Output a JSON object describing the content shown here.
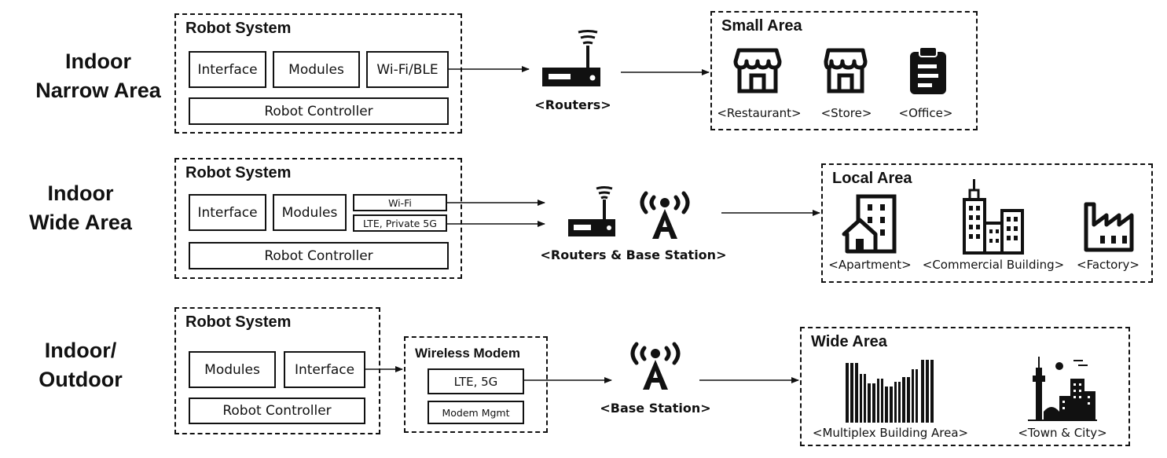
{
  "rows": [
    {
      "label_line1": "Indoor",
      "label_line2": "Narrow Area",
      "system_title": "Robot System",
      "modules": [
        "Interface",
        "Modules",
        "Wi-Fi/BLE"
      ],
      "controller": "Robot Controller",
      "node_caption": "<Routers>",
      "area_title": "Small Area",
      "places": [
        "<Restaurant>",
        "<Store>",
        "<Office>"
      ]
    },
    {
      "label_line1": "Indoor",
      "label_line2": "Wide Area",
      "system_title": "Robot System",
      "modules": [
        "Interface",
        "Modules"
      ],
      "links": [
        "Wi-Fi",
        "LTE, Private 5G"
      ],
      "controller": "Robot Controller",
      "node_caption": "<Routers & Base Station>",
      "area_title": "Local Area",
      "places": [
        "<Apartment>",
        "<Commercial Building>",
        "<Factory>"
      ]
    },
    {
      "label_line1": "Indoor/",
      "label_line2": "Outdoor",
      "system_title": "Robot System",
      "modules": [
        "Modules",
        "Interface"
      ],
      "controller": "Robot Controller",
      "modem_title": "Wireless Modem",
      "modem_items": [
        "LTE, 5G",
        "Modem Mgmt"
      ],
      "node_caption": "<Base Station>",
      "area_title": "Wide Area",
      "places": [
        "<Multiplex Building Area>",
        "<Town & City>"
      ]
    }
  ],
  "icons": [
    "router-icon",
    "antenna-icon",
    "restaurant-icon",
    "store-icon",
    "office-icon",
    "apartment-icon",
    "commercial-building-icon",
    "factory-icon",
    "multiplex-buildings-icon",
    "town-city-icon"
  ]
}
